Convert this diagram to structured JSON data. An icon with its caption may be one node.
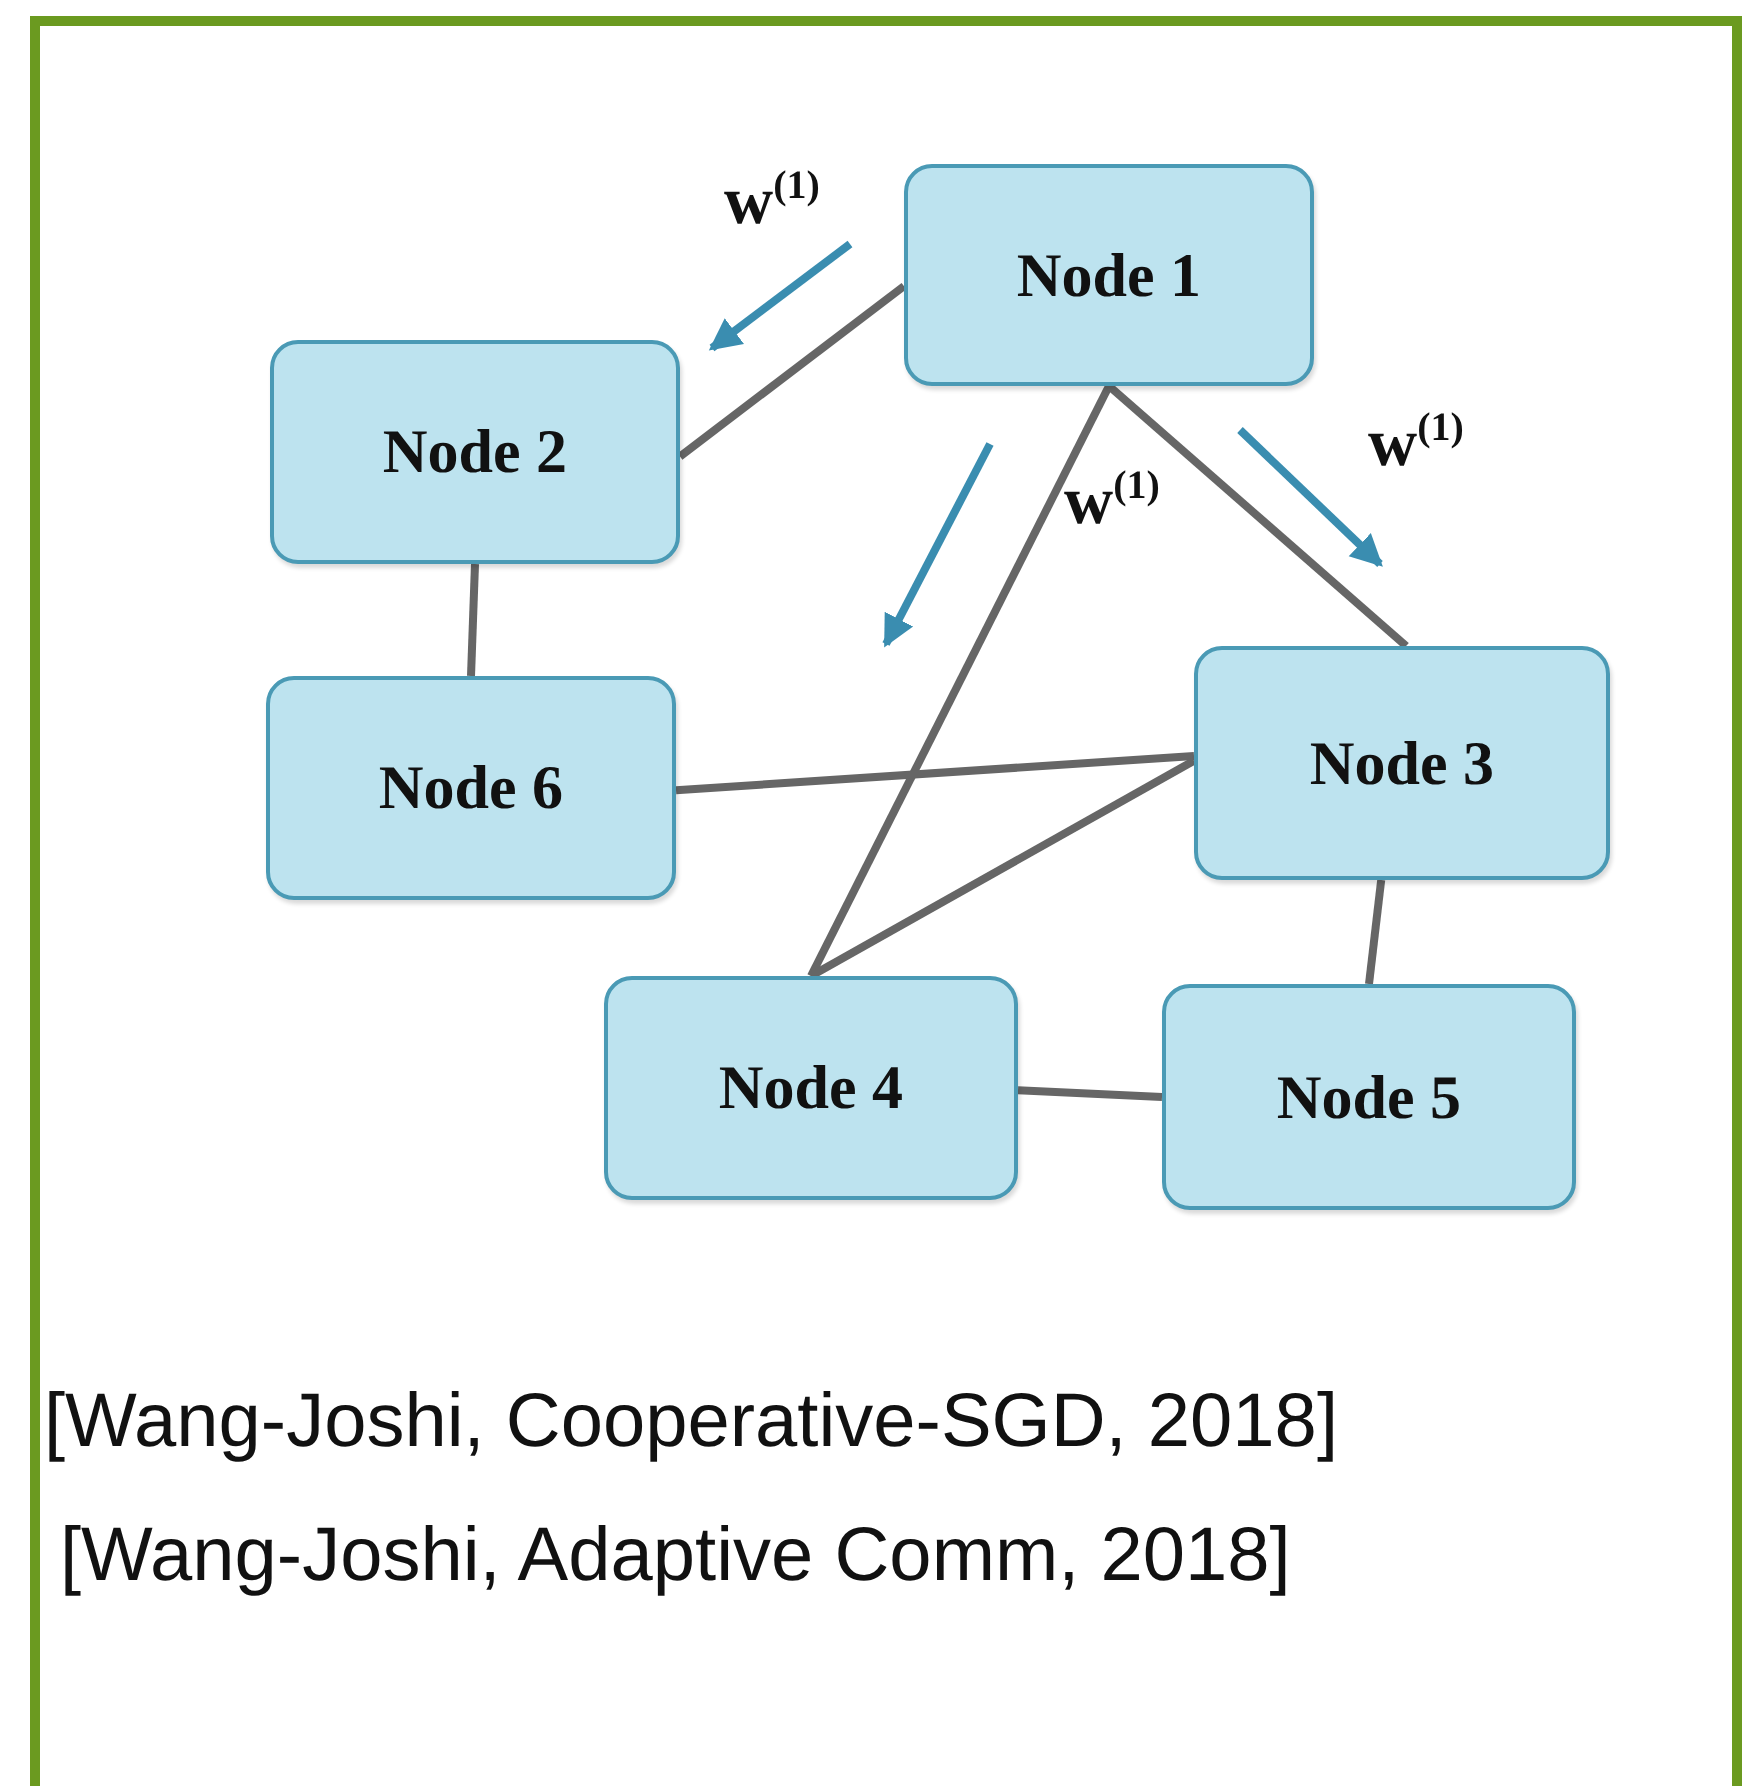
{
  "diagram": {
    "nodes": [
      {
        "text": [
          "Node 1"
        ]
      },
      {
        "text": [
          "Node 2"
        ]
      },
      {
        "text": [
          "Node 6"
        ]
      },
      {
        "text": [
          "Node 3"
        ]
      },
      {
        "text": [
          "Node 4"
        ]
      },
      {
        "text": [
          "Node 5"
        ]
      }
    ],
    "edges": [
      {
        "from": 0,
        "to": 1,
        "arrow": "none"
      },
      {
        "from": 1,
        "to": 2,
        "arrow": "none"
      },
      {
        "from": 0,
        "to": 4,
        "arrow": "none"
      },
      {
        "from": 0,
        "to": 3,
        "arrow": "none"
      },
      {
        "from": 2,
        "to": 3,
        "arrow": "none"
      },
      {
        "from": 4,
        "to": 3,
        "arrow": "none"
      },
      {
        "from": 3,
        "to": 5,
        "arrow": "none"
      },
      {
        "from": 4,
        "to": 5,
        "arrow": "none"
      }
    ],
    "labels": [
      "w$^{(1)}$",
      "w$^{(1)}$",
      "w$^{(1)}$",
      "[Wang-Joshi, Cooperative-SGD, 2018]",
      "[Wang-Joshi, Adaptive Comm, 2018]"
    ]
  }
}
